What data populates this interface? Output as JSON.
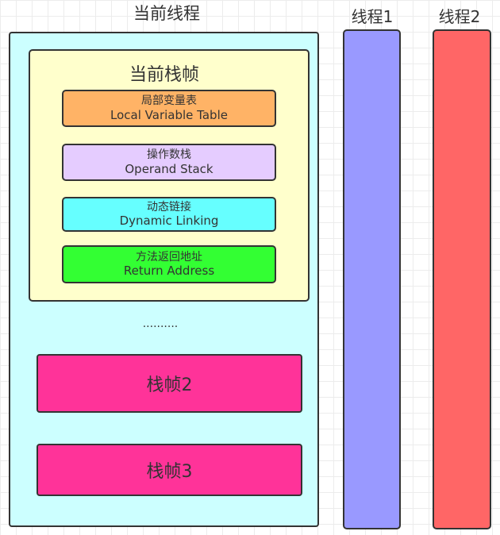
{
  "current_thread": {
    "title": "当前线程",
    "current_frame": {
      "title": "当前栈帧",
      "slots": [
        {
          "name_cn": "局部变量表",
          "name_en": "Local Variable Table",
          "color": "#ffb366"
        },
        {
          "name_cn": "操作数栈",
          "name_en": "Operand Stack",
          "color": "#e5ccff"
        },
        {
          "name_cn": "动态链接",
          "name_en": "Dynamic Linking",
          "color": "#66ffff"
        },
        {
          "name_cn": "方法返回地址",
          "name_en": "Return Address",
          "color": "#33ff33"
        }
      ]
    },
    "ellipsis": "..........",
    "frames": [
      {
        "label": "栈帧2",
        "color": "#ff3399"
      },
      {
        "label": "栈帧3",
        "color": "#ff3399"
      }
    ],
    "colors": {
      "thread_bg": "#ccffff",
      "frame_bg": "#ffffcc"
    }
  },
  "other_threads": [
    {
      "label": "线程1",
      "color": "#9999ff"
    },
    {
      "label": "线程2",
      "color": "#ff6666"
    }
  ]
}
